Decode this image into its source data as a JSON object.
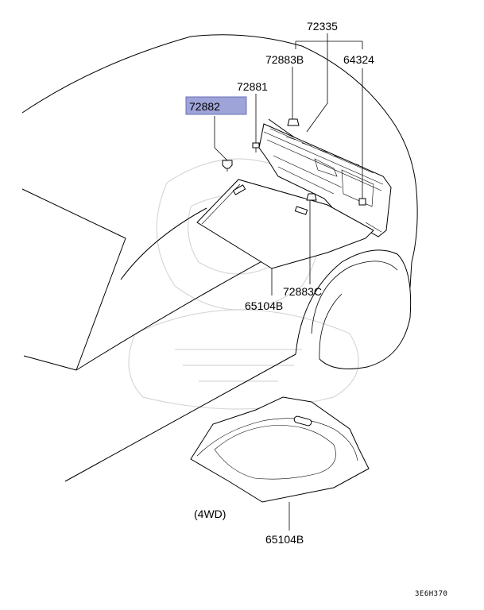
{
  "labels": {
    "p72335": "72335",
    "p72883b": "72883B",
    "p64324": "64324",
    "p72881": "72881",
    "p72882": "72882",
    "p65104b_top": "65104B",
    "p72883c": "72883C",
    "p65104b_bottom": "65104B",
    "variant_4wd": "(4WD)",
    "diagram_code": "3E6H370"
  },
  "colors": {
    "highlight": "#9ea3d8"
  }
}
